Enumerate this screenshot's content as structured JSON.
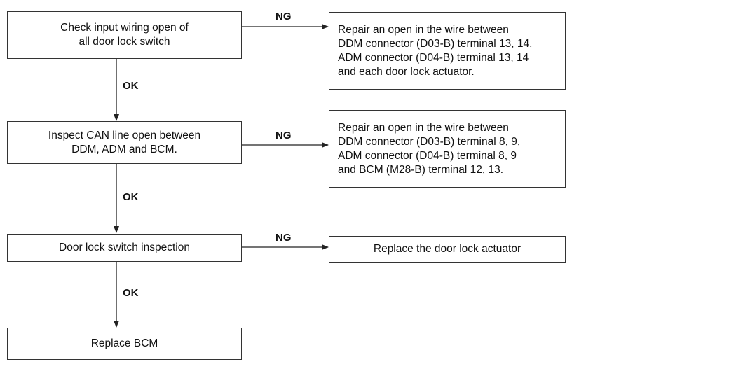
{
  "steps": [
    {
      "text": "Check input wiring open of\nall door lock switch",
      "ok": "OK",
      "ng": "NG",
      "remedy": "Repair an open in the wire between\nDDM connector (D03-B) terminal 13, 14,\nADM connector (D04-B) terminal 13, 14\nand each door lock actuator."
    },
    {
      "text": "Inspect CAN line open between\nDDM, ADM and BCM.",
      "ok": "OK",
      "ng": "NG",
      "remedy": "Repair an open in the wire between\nDDM connector (D03-B) terminal 8, 9,\nADM connector (D04-B) terminal 8, 9\nand BCM (M28-B) terminal 12, 13."
    },
    {
      "text": "Door lock switch inspection",
      "ok": "OK",
      "ng": "NG",
      "remedy": "Replace the door lock actuator"
    },
    {
      "text": "Replace BCM"
    }
  ]
}
